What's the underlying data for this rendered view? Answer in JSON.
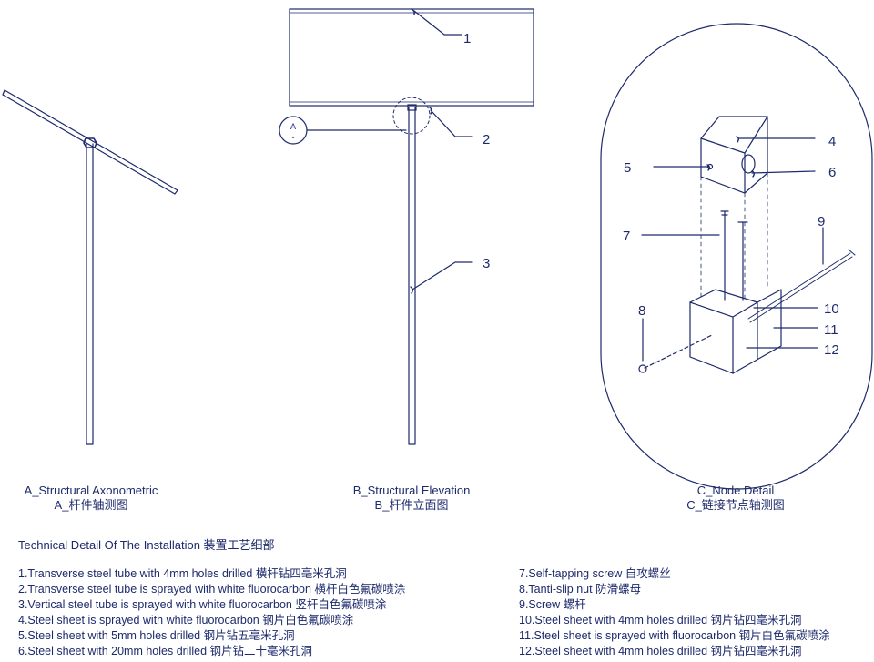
{
  "views": {
    "a": {
      "caption_en": "A_Structural Axonometric",
      "caption_cn": "A_杆件轴测图"
    },
    "b": {
      "caption_en": "B_Structural Elevation",
      "caption_cn": "B_杆件立面图",
      "section_marker": "A",
      "section_marker_sub": "-"
    },
    "c": {
      "caption_en": "C_Node Detail",
      "caption_cn": "C_链接节点轴测图"
    }
  },
  "callouts": [
    "1",
    "2",
    "3",
    "4",
    "5",
    "6",
    "7",
    "8",
    "9",
    "10",
    "11",
    "12"
  ],
  "section_title": "Technical Detail Of The Installation 装置工艺细部",
  "notes_left": [
    "1.Transverse steel tube with 4mm holes drilled 横杆钻四毫米孔洞",
    "2.Transverse steel tube is sprayed with white fluorocarbon 横杆白色氟碳喷涂",
    "3.Vertical steel tube is sprayed with white fluorocarbon 竖杆白色氟碳喷涂",
    "4.Steel sheet is sprayed with white fluorocarbon 钢片白色氟碳喷涂",
    "5.Steel sheet with 5mm holes drilled 钢片钻五毫米孔洞",
    "6.Steel sheet with 20mm holes drilled 钢片钻二十毫米孔洞"
  ],
  "notes_right": [
    "7.Self-tapping screw 自攻螺丝",
    "8.Tanti-slip nut 防滑螺母",
    "9.Screw 螺杆",
    "10.Steel sheet with 4mm holes drilled 钢片钻四毫米孔洞",
    "11.Steel sheet is sprayed with fluorocarbon 钢片白色氟碳喷涂",
    "12.Steel sheet with 4mm holes drilled 钢片钻四毫米孔洞"
  ],
  "colors": {
    "line": "#1d2a6c",
    "background": "#ffffff"
  }
}
